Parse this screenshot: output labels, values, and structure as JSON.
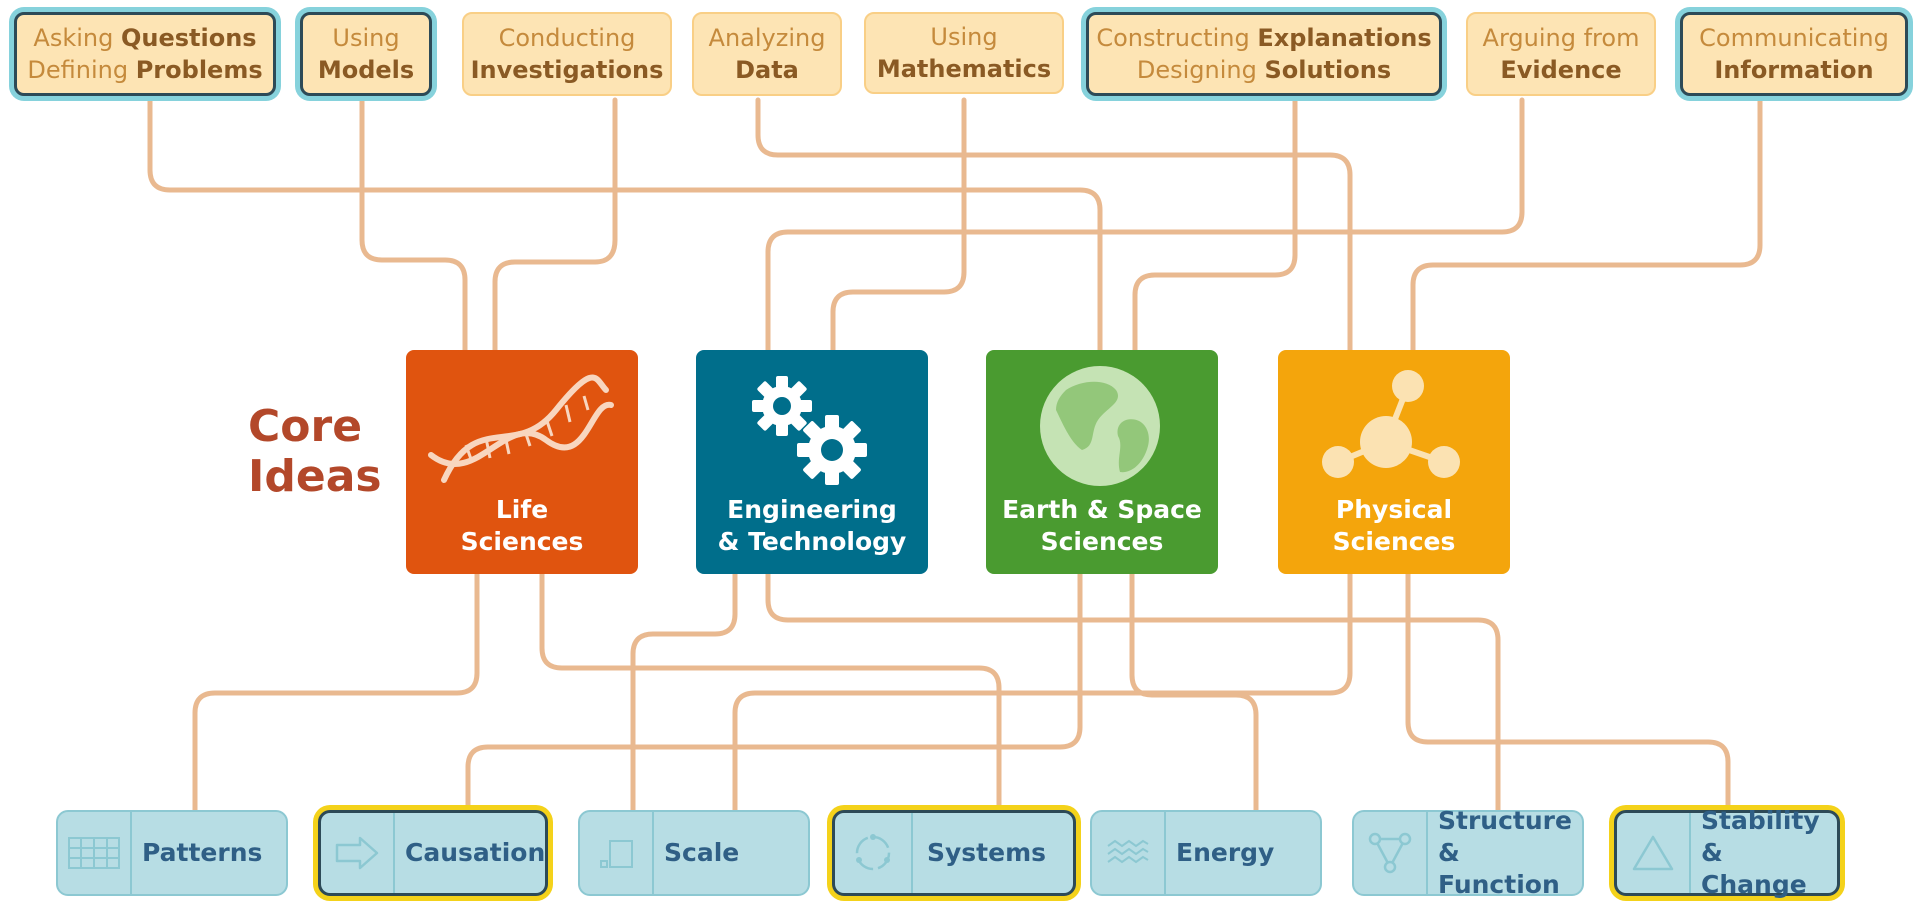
{
  "practices": [
    {
      "lines": [
        [
          "Asking ",
          "Questions"
        ],
        [
          "Defining ",
          "Problems"
        ]
      ],
      "highlighted": true
    },
    {
      "lines": [
        [
          "Using",
          ""
        ],
        [
          "",
          "Models"
        ]
      ],
      "highlighted": true
    },
    {
      "lines": [
        [
          "Conducting",
          ""
        ],
        [
          "",
          "Investigations"
        ]
      ],
      "highlighted": false
    },
    {
      "lines": [
        [
          "Analyzing",
          ""
        ],
        [
          "",
          "Data"
        ]
      ],
      "highlighted": false
    },
    {
      "lines": [
        [
          "Using",
          ""
        ],
        [
          "",
          "Mathematics"
        ]
      ],
      "highlighted": false
    },
    {
      "lines": [
        [
          "Constructing ",
          "Explanations"
        ],
        [
          "Designing ",
          "Solutions"
        ]
      ],
      "highlighted": true
    },
    {
      "lines": [
        [
          "Arguing from",
          ""
        ],
        [
          "",
          "Evidence"
        ]
      ],
      "highlighted": false
    },
    {
      "lines": [
        [
          "Communicating",
          ""
        ],
        [
          "",
          "Information"
        ]
      ],
      "highlighted": true
    }
  ],
  "core": {
    "label": "Core\nIdeas",
    "tiles": [
      {
        "label": "Life\nSciences",
        "icon": "dna-icon",
        "color": "#e0540f"
      },
      {
        "label": "Engineering\n& Technology",
        "icon": "gears-icon",
        "color": "#006e8b"
      },
      {
        "label": "Earth & Space\nSciences",
        "icon": "globe-icon",
        "color": "#4a9b30"
      },
      {
        "label": "Physical\nSciences",
        "icon": "molecule-icon",
        "color": "#f4a50c"
      }
    ]
  },
  "concepts": [
    {
      "label": "Patterns",
      "icon": "grid-icon",
      "highlighted": false
    },
    {
      "label": "Causation",
      "icon": "arrow-icon",
      "highlighted": true
    },
    {
      "label": "Scale",
      "icon": "scale-icon",
      "highlighted": false
    },
    {
      "label": "Systems",
      "icon": "cycle-icon",
      "highlighted": true
    },
    {
      "label": "Energy",
      "icon": "waves-icon",
      "highlighted": false
    },
    {
      "label": "Structure\n& Function",
      "icon": "network-icon",
      "highlighted": false
    },
    {
      "label": "Stability\n& Change",
      "icon": "triangle-icon",
      "highlighted": true
    }
  ],
  "colors": {
    "connector": "#e9b990",
    "practice_fill": "#fde4b4",
    "concept_fill": "#b7dde4",
    "concept_text": "#2f5f86",
    "core_label": "#b3482a",
    "highlight_practice": "#86d2dc",
    "highlight_concept": "#f4d21a"
  }
}
